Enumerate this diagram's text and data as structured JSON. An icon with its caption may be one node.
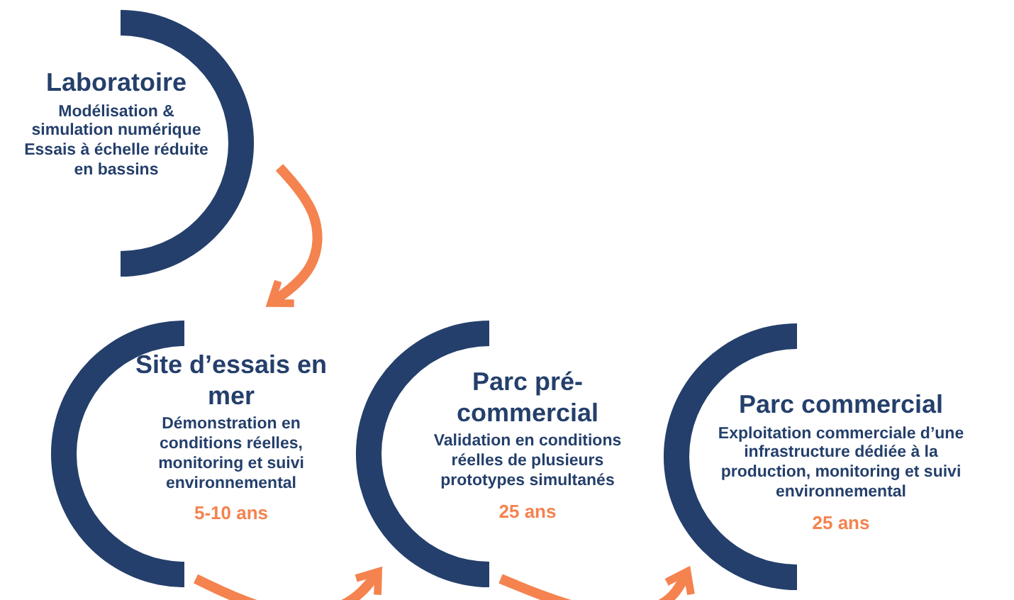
{
  "diagram": {
    "nodes": [
      {
        "text": [
          "Laboratoire",
          "Modélisation & simulation numérique Essais à échelle réduite en bassins"
        ]
      },
      {
        "text": [
          "Site d’essais en mer",
          "Démonstration en conditions réelles, monitoring et suivi environnemental",
          "5-10 ans"
        ]
      },
      {
        "text": [
          "Parc pré-commercial",
          "Validation en conditions réelles de plusieurs prototypes simultanés",
          "25 ans"
        ]
      },
      {
        "text": [
          "Parc commercial",
          "Exploitation commerciale d’une infrastructure dédiée à la production, monitoring et suivi environnemental",
          "25 ans"
        ]
      }
    ],
    "edges": [
      {
        "from": 0,
        "to": 1,
        "arrow": "to"
      },
      {
        "from": 1,
        "to": 2,
        "arrow": "to"
      },
      {
        "from": 2,
        "to": 3,
        "arrow": "to"
      }
    ]
  }
}
